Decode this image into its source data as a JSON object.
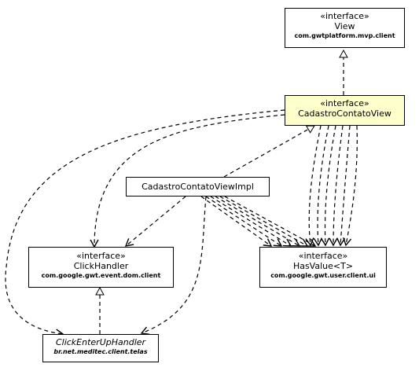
{
  "colors": {
    "highlight": "#ffffcc",
    "line": "#000000",
    "background": "#ffffff"
  },
  "nodes": {
    "view": {
      "stereotype": "«interface»",
      "name": "View",
      "package": "com.gwtplatform.mvp.client"
    },
    "cadastro_view": {
      "stereotype": "«interface»",
      "name": "CadastroContatoView"
    },
    "cadastro_impl": {
      "name": "CadastroContatoViewImpl"
    },
    "click_handler": {
      "stereotype": "«interface»",
      "name": "ClickHandler",
      "package": "com.google.gwt.event.dom.client"
    },
    "has_value": {
      "stereotype": "«interface»",
      "name": "HasValue<T>",
      "package": "com.google.gwt.user.client.ui"
    },
    "click_enter_up": {
      "name": "ClickEnterUpHandler",
      "package": "br.net.meditec.client.telas"
    }
  },
  "relations": [
    {
      "from": "cadastro_view",
      "to": "view",
      "kind": "realization"
    },
    {
      "from": "cadastro_impl",
      "to": "cadastro_view",
      "kind": "realization"
    },
    {
      "from": "click_enter_up",
      "to": "click_handler",
      "kind": "realization"
    },
    {
      "from": "cadastro_view",
      "to": "click_handler",
      "kind": "dependency"
    },
    {
      "from": "cadastro_view",
      "to": "click_enter_up",
      "kind": "dependency"
    },
    {
      "from": "cadastro_view",
      "to": "has_value",
      "kind": "dependency",
      "count": 6
    },
    {
      "from": "cadastro_impl",
      "to": "click_handler",
      "kind": "dependency"
    },
    {
      "from": "cadastro_impl",
      "to": "click_enter_up",
      "kind": "dependency"
    },
    {
      "from": "cadastro_impl",
      "to": "has_value",
      "kind": "dependency",
      "count": 6
    }
  ]
}
